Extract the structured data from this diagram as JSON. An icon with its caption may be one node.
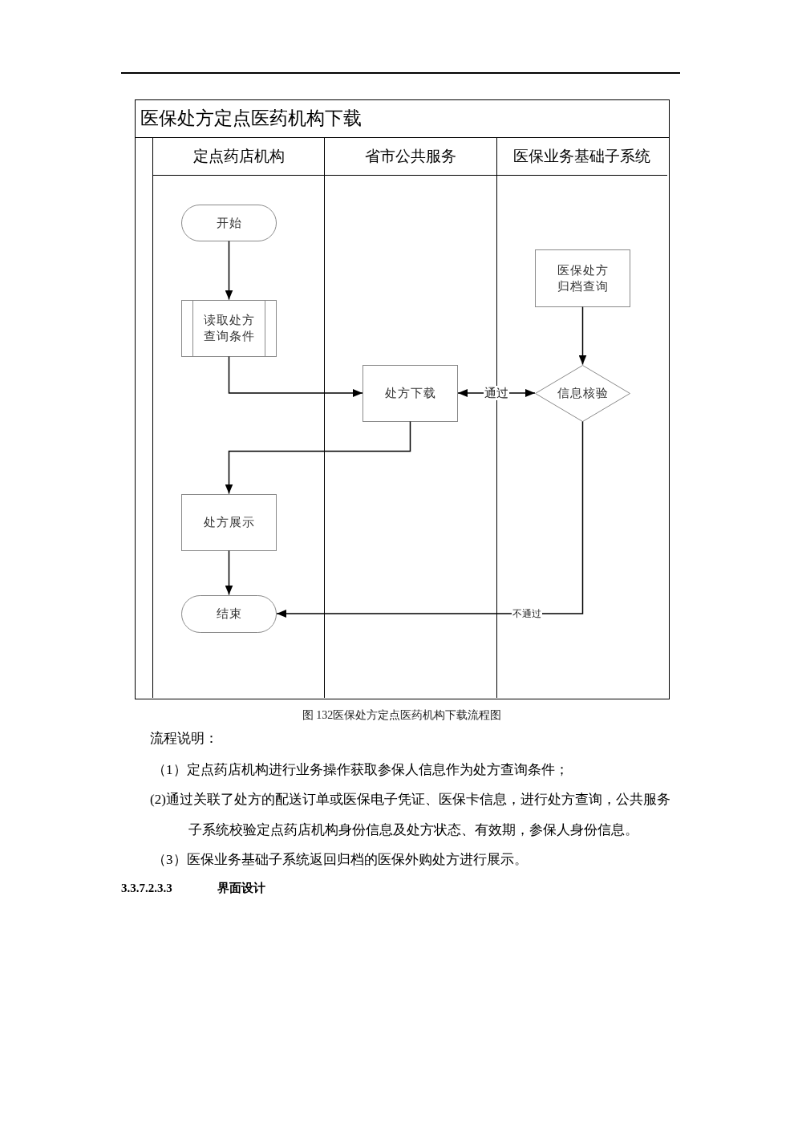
{
  "diagram": {
    "caption": "图 132医保处方定点医药机构下载流程图",
    "nodes": [
      {
        "text": [
          "医保处方定点医药机构下载"
        ]
      },
      {
        "text": [
          "定点药店机构"
        ],
        "in": 0
      },
      {
        "text": [
          "省市公共服务"
        ],
        "in": 0
      },
      {
        "text": [
          "医保业务基础子系统"
        ],
        "in": 0
      },
      {
        "text": [
          "开始"
        ],
        "in": 1
      },
      {
        "text": [
          "医保处方归档查询"
        ],
        "in": 3
      },
      {
        "text": [
          "读取处方查询条件"
        ],
        "in": 1
      },
      {
        "text": [
          "处方下载"
        ],
        "in": 2
      },
      {
        "text": [
          "信息核验"
        ],
        "in": 3
      },
      {
        "text": [
          "处方展示"
        ],
        "in": 1
      },
      {
        "text": [
          "结束"
        ],
        "in": 1
      }
    ],
    "edges": [
      {
        "from": 4,
        "to": 6,
        "arrow": "to"
      },
      {
        "from": 5,
        "to": 8,
        "arrow": "to"
      },
      {
        "from": 6,
        "to": 7,
        "arrow": "to"
      },
      {
        "from": 7,
        "to": 8,
        "arrow": "both",
        "label": "通过"
      },
      {
        "from": 7,
        "to": 9,
        "arrow": "to"
      },
      {
        "from": 9,
        "to": 10,
        "arrow": "to"
      },
      {
        "from": 8,
        "to": 10,
        "arrow": "to",
        "label": "不通过"
      }
    ],
    "labels": [
      "流程说明：",
      "（1）定点药店机构进行业务操作获取参保人信息作为处方查询条件；",
      "(2)通过关联了处方的配送订单或医保电子凭证、医保卡信息，进行处方查询，公共服务子系统校验定点药店机构身份信息及处方状态、有效期，参保人身份信息。",
      "（3）医保业务基础子系统返回归档的医保外购处方进行展示。",
      "3.3.7.2.3.3",
      "界面设计"
    ]
  }
}
